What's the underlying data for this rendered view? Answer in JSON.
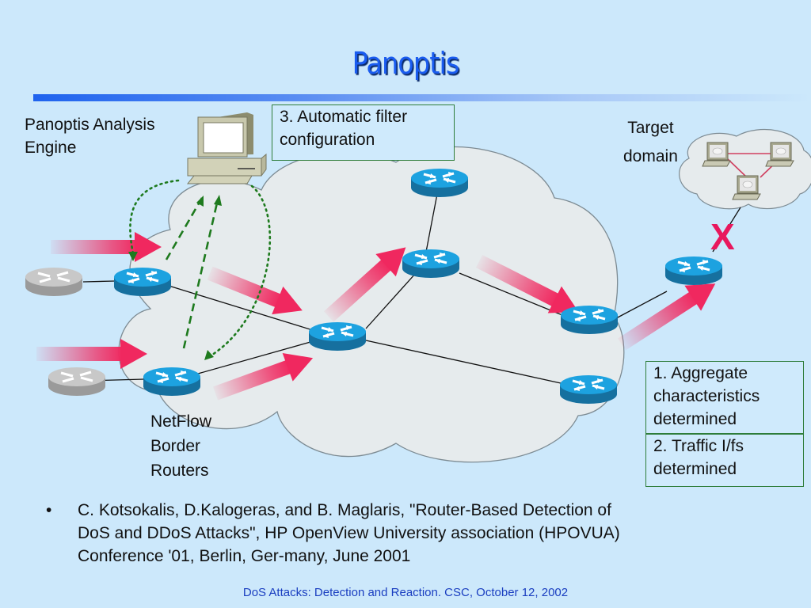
{
  "slide": {
    "title": "Panoptis",
    "labels": {
      "analysis_engine": [
        "Panoptis Analysis",
        "Engine"
      ],
      "target_domain": [
        "Target",
        "domain"
      ],
      "netflow": [
        "NetFlow",
        "Border",
        "Routers"
      ]
    },
    "boxes": {
      "step3": [
        "3. Automatic filter",
        "configuration"
      ],
      "step1": [
        "1. Aggregate",
        "characteristics",
        "determined"
      ],
      "step2": [
        "2. Traffic I/fs",
        "determined"
      ]
    },
    "blocked_marker": "X",
    "bullet": {
      "symbol": "•",
      "lines": [
        "C. Kotsokalis, D.Kalogeras, and B. Maglaris, \"Router-Based Detection of",
        "DoS and DDoS Attacks\", HP OpenView University association (HPOVUA)",
        "Conference '01, Berlin, Ger-many, June 2001"
      ]
    },
    "footer": "DoS Attacks: Detection and Reaction. CSC, October 12, 2002"
  },
  "colors": {
    "background": "#cce8fb",
    "title": "#1a5cf0",
    "router": "#1b8fcf",
    "attack_arrow": "#f0285f",
    "control_line": "#1e7a1e",
    "box_border": "#2e7d3a"
  },
  "icons": {
    "engine": "workstation-icon",
    "router": "router-icon",
    "external_router": "gray-router-icon",
    "target_hosts": "laptop-icon",
    "network": "cloud-icon"
  }
}
